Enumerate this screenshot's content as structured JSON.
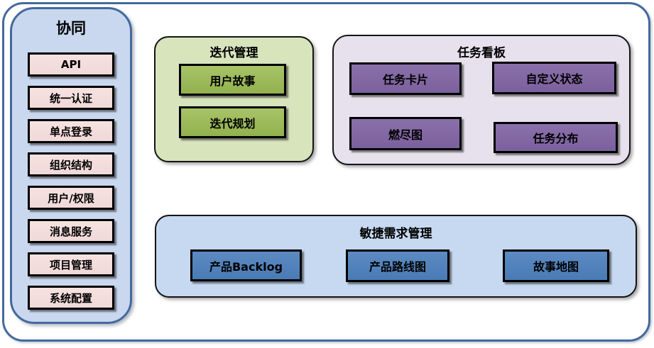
{
  "sidebar": {
    "title": "协同",
    "items": [
      "API",
      "统一认证",
      "单点登录",
      "组织结构",
      "用户/权限",
      "消息服务",
      "项目管理",
      "系统配置"
    ]
  },
  "iteration": {
    "title": "迭代管理",
    "items": [
      "用户故事",
      "迭代规划"
    ]
  },
  "kanban": {
    "title": "任务看板",
    "items": [
      "任务卡片",
      "自定义状态",
      "燃尽图",
      "任务分布"
    ]
  },
  "requirements": {
    "title": "敏捷需求管理",
    "items": [
      "产品Backlog",
      "产品路线图",
      "故事地图"
    ]
  },
  "colors": {
    "outer_border": "#44699E",
    "sidebar_fill": "#C9D8EF",
    "sidebar_border": "#44699E",
    "sidebar_item_fill": "#F2DCDB",
    "iteration_panel_fill": "#D7E4BC",
    "iteration_item_fill": "#9BBB59",
    "kanban_panel_fill": "#E7E1ED",
    "kanban_item_fill": "#8064A2",
    "requirements_panel_fill": "#C6D9F1",
    "requirements_item_fill": "#4F81BD",
    "item_border": "#000000",
    "text": "#000000"
  }
}
